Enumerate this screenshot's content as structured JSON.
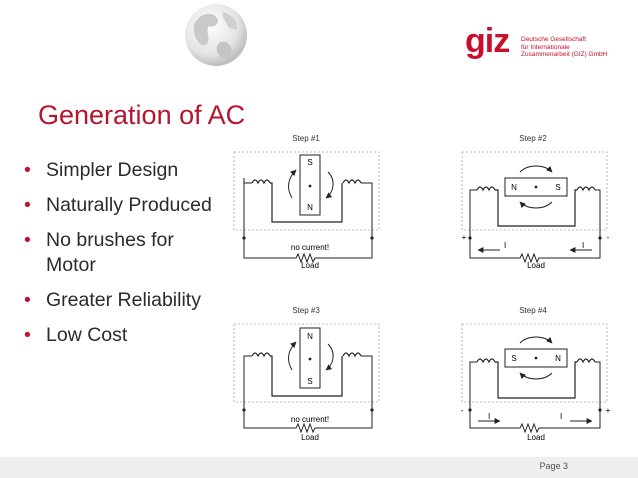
{
  "slide": {
    "title": "Generation of AC",
    "bullets": [
      "Simpler Design",
      "Naturally Produced",
      "No brushes for Motor",
      "Greater Reliability",
      "Low Cost"
    ],
    "page_label": "Page 3"
  },
  "logo": {
    "mark": "giz",
    "org_lines": [
      "Deutsche Gesellschaft",
      "für Internationale",
      "Zusammenarbeit (GIZ) GmbH"
    ]
  },
  "diagrams": {
    "steps": [
      {
        "label": "Step #1",
        "magnet_top": "S",
        "magnet_bottom": "N",
        "status": "no current!",
        "load": "Load"
      },
      {
        "label": "Step #2",
        "magnet_left": "N",
        "magnet_right": "S",
        "pol_left": "+",
        "pol_right": "-",
        "current": "I",
        "load": "Load"
      },
      {
        "label": "Step #3",
        "magnet_top": "N",
        "magnet_bottom": "S",
        "status": "no current!",
        "load": "Load"
      },
      {
        "label": "Step #4",
        "magnet_left": "S",
        "magnet_right": "N",
        "pol_left": "-",
        "pol_right": "+",
        "current": "I",
        "load": "Load"
      }
    ]
  }
}
